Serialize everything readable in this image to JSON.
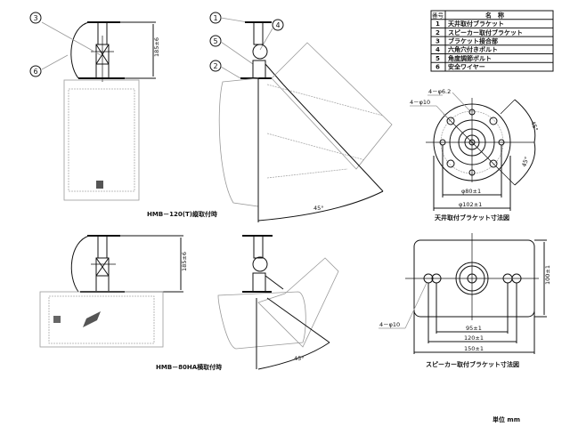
{
  "parts_table": {
    "header": {
      "no": "番号",
      "name": "名　称"
    },
    "rows": [
      {
        "no": "1",
        "name": "天井取付ブラケット"
      },
      {
        "no": "2",
        "name": "スピーカー取付ブラケット"
      },
      {
        "no": "3",
        "name": "ブラケット接合部"
      },
      {
        "no": "4",
        "name": "六角穴付きボルト"
      },
      {
        "no": "5",
        "name": "角度調節ボルト"
      },
      {
        "no": "6",
        "name": "安全ワイヤー"
      }
    ]
  },
  "callouts": [
    "1",
    "2",
    "3",
    "4",
    "5",
    "6"
  ],
  "views": {
    "vertical_label": "HMB－120(T)縦取付時",
    "horizontal_label": "HMB－80HA横取付時",
    "height_dim": "185±6",
    "angle": "45°"
  },
  "ceiling_bracket": {
    "title": "天井取付ブラケット寸法図",
    "hole_small": "4－φ6.2",
    "hole_large": "4－φ10",
    "dia_inner": "φ80±1",
    "dia_outer": "φ102±1",
    "angle": "45°"
  },
  "speaker_bracket": {
    "title": "スピーカー取付ブラケット寸法図",
    "holes": "4－φ10",
    "w1": "95±1",
    "w2": "120±1",
    "w3": "150±1",
    "h": "100±1"
  },
  "unit": "単位 mm"
}
